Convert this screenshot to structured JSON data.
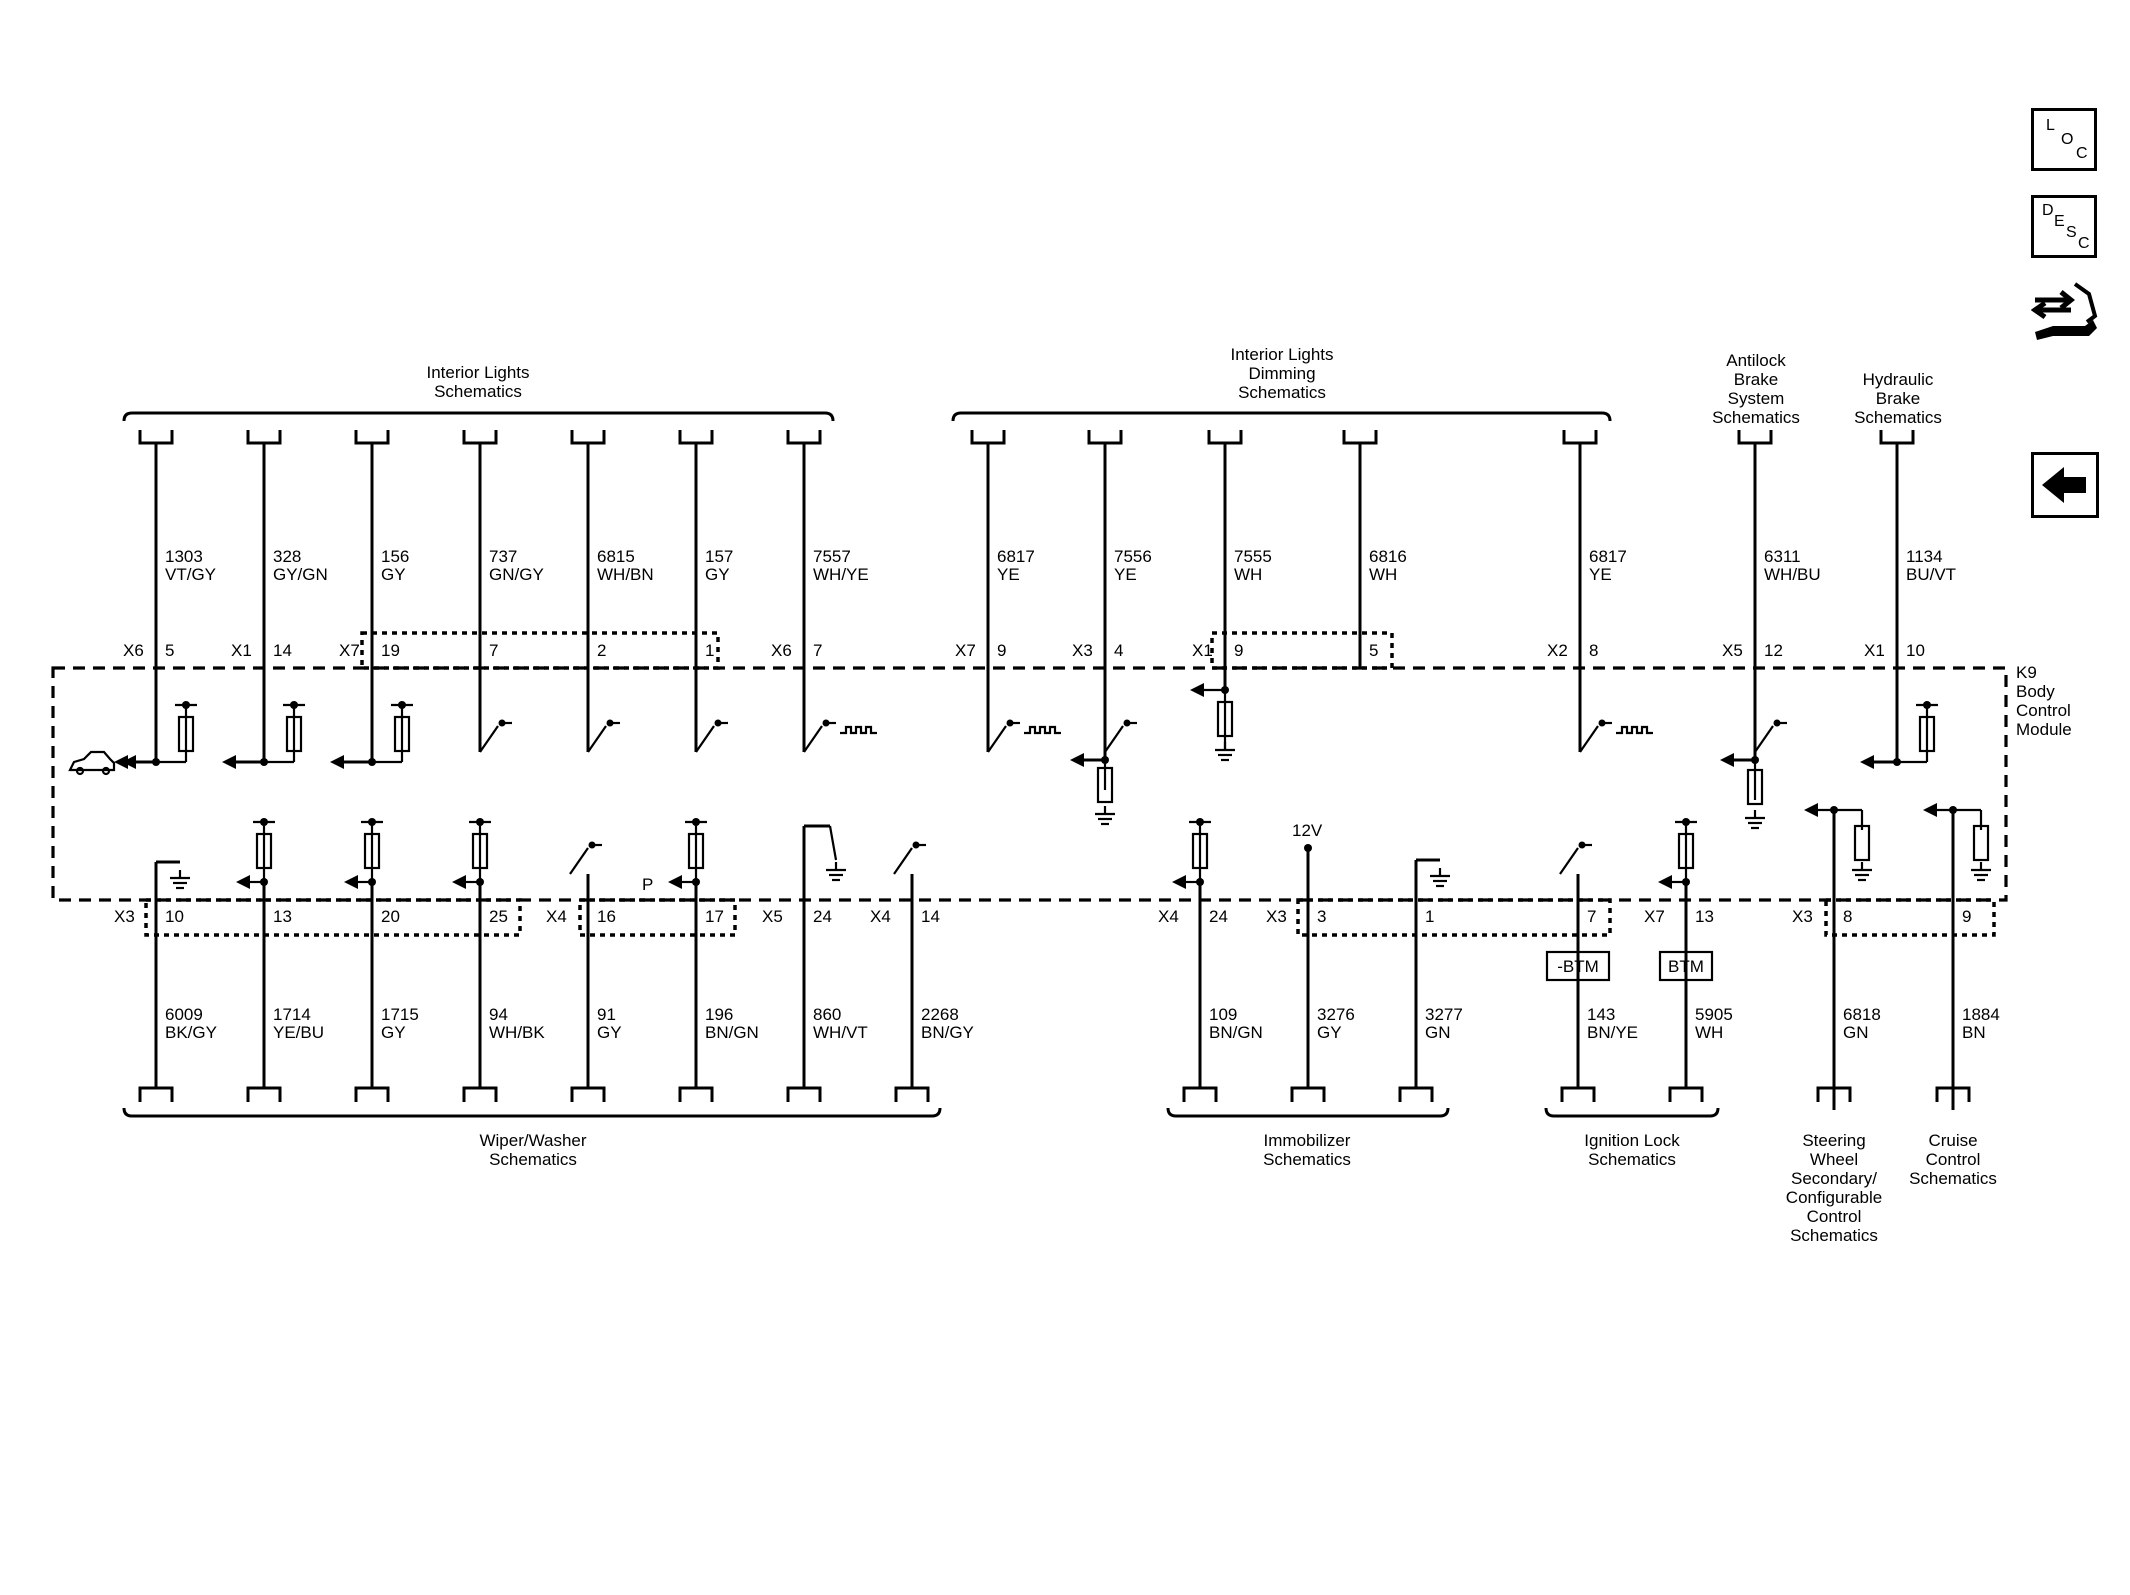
{
  "module": {
    "lines": [
      "K9",
      "Body",
      "Control",
      "Module"
    ]
  },
  "side_icons": {
    "loc": [
      "L",
      "O",
      "C"
    ],
    "desc": [
      "D",
      "E",
      "S",
      "C"
    ]
  },
  "top_groups": [
    {
      "lines": [
        "Interior Lights",
        "Schematics"
      ]
    },
    {
      "lines": [
        "Interior Lights",
        "Dimming",
        "Schematics"
      ]
    },
    {
      "lines": [
        "Antilock",
        "Brake",
        "System",
        "Schematics"
      ]
    },
    {
      "lines": [
        "Hydraulic",
        "Brake",
        "Schematics"
      ]
    }
  ],
  "bottom_groups": [
    {
      "lines": [
        "Wiper/Washer",
        "Schematics"
      ]
    },
    {
      "lines": [
        "Immobilizer",
        "Schematics"
      ]
    },
    {
      "lines": [
        "Ignition Lock",
        "Schematics"
      ]
    },
    {
      "lines": [
        "Steering",
        "Wheel",
        "Secondary/",
        "Configurable",
        "Control",
        "Schematics"
      ]
    },
    {
      "lines": [
        "Cruise",
        "Control",
        "Schematics"
      ]
    }
  ],
  "top_wires": [
    {
      "circuit": "1303",
      "color": "VT/GY",
      "connector": "X6",
      "pin": "5"
    },
    {
      "circuit": "328",
      "color": "GY/GN",
      "connector": "X1",
      "pin": "14"
    },
    {
      "circuit": "156",
      "color": "GY",
      "connector": "X7",
      "pin": "19"
    },
    {
      "circuit": "737",
      "color": "GN/GY",
      "connector": "",
      "pin": "7"
    },
    {
      "circuit": "6815",
      "color": "WH/BN",
      "connector": "",
      "pin": "2"
    },
    {
      "circuit": "157",
      "color": "GY",
      "connector": "",
      "pin": "1"
    },
    {
      "circuit": "7557",
      "color": "WH/YE",
      "connector": "X6",
      "pin": "7"
    },
    {
      "circuit": "6817",
      "color": "YE",
      "connector": "X7",
      "pin": "9"
    },
    {
      "circuit": "7556",
      "color": "YE",
      "connector": "X3",
      "pin": "4"
    },
    {
      "circuit": "7555",
      "color": "WH",
      "connector": "X1",
      "pin": "9"
    },
    {
      "circuit": "6816",
      "color": "WH",
      "connector": "",
      "pin": "5"
    },
    {
      "circuit": "6817",
      "color": "YE",
      "connector": "X2",
      "pin": "8"
    },
    {
      "circuit": "6311",
      "color": "WH/BU",
      "connector": "X5",
      "pin": "12"
    },
    {
      "circuit": "1134",
      "color": "BU/VT",
      "connector": "X1",
      "pin": "10"
    }
  ],
  "bottom_wires": [
    {
      "circuit": "6009",
      "color": "BK/GY",
      "connector": "X3",
      "pin": "10"
    },
    {
      "circuit": "1714",
      "color": "YE/BU",
      "connector": "",
      "pin": "13"
    },
    {
      "circuit": "1715",
      "color": "GY",
      "connector": "",
      "pin": "20"
    },
    {
      "circuit": "94",
      "color": "WH/BK",
      "connector": "",
      "pin": "25"
    },
    {
      "circuit": "91",
      "color": "GY",
      "connector": "X4",
      "pin": "16"
    },
    {
      "circuit": "196",
      "color": "BN/GN",
      "connector": "",
      "pin": "17"
    },
    {
      "circuit": "860",
      "color": "WH/VT",
      "connector": "X5",
      "pin": "24"
    },
    {
      "circuit": "2268",
      "color": "BN/GY",
      "connector": "X4",
      "pin": "14"
    },
    {
      "circuit": "109",
      "color": "BN/GN",
      "connector": "X4",
      "pin": "24"
    },
    {
      "circuit": "3276",
      "color": "GY",
      "connector": "X3",
      "pin": "3"
    },
    {
      "circuit": "3277",
      "color": "GN",
      "connector": "",
      "pin": "1"
    },
    {
      "circuit": "143",
      "color": "BN/YE",
      "connector": "",
      "pin": "7"
    },
    {
      "circuit": "5905",
      "color": "WH",
      "connector": "X7",
      "pin": "13"
    },
    {
      "circuit": "6818",
      "color": "GN",
      "connector": "X3",
      "pin": "8"
    },
    {
      "circuit": "1884",
      "color": "BN",
      "connector": "",
      "pin": "9"
    }
  ],
  "labels": {
    "voltage_12v": "12V",
    "p_marker": "P",
    "btm_neg": "-BTM",
    "btm": "BTM"
  }
}
